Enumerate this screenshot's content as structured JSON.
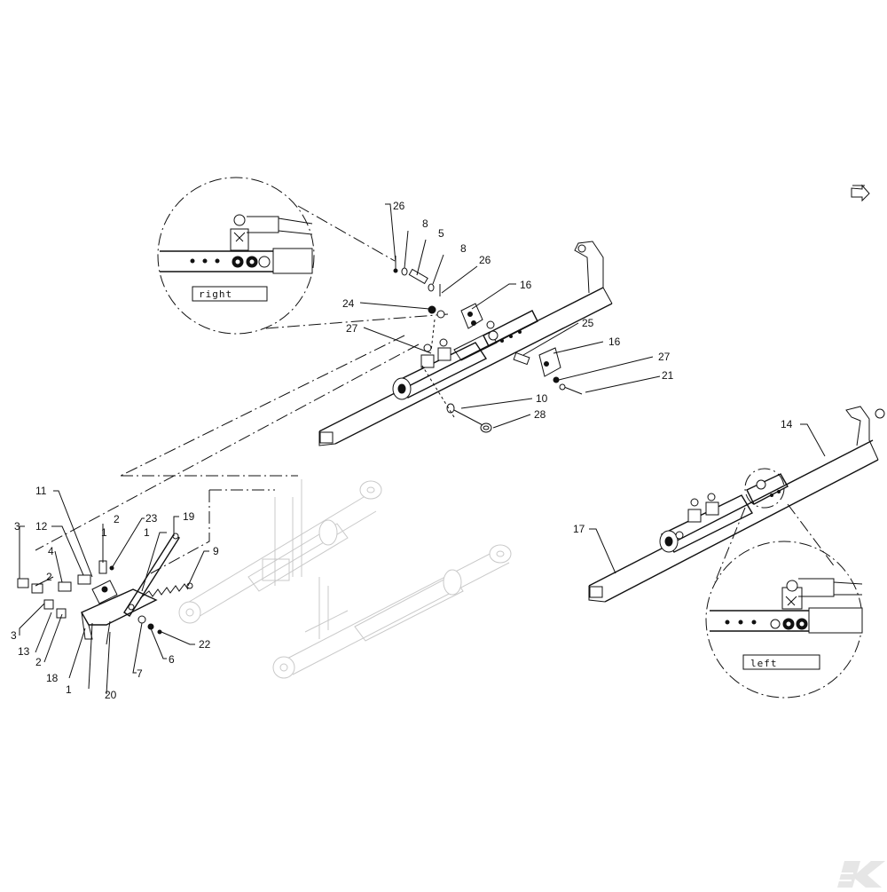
{
  "detail_labels": {
    "right": "right",
    "left": "left"
  },
  "part_numbers": [
    "1",
    "1",
    "1",
    "2",
    "2",
    "2",
    "3",
    "3",
    "4",
    "5",
    "6",
    "7",
    "8",
    "8",
    "9",
    "10",
    "11",
    "12",
    "13",
    "14",
    "16",
    "16",
    "17",
    "18",
    "19",
    "20",
    "21",
    "22",
    "23",
    "24",
    "25",
    "26",
    "26",
    "27",
    "27",
    "28"
  ],
  "icons": {
    "nav": "nav-arrow-icon",
    "watermark": "brand-k-logo-icon"
  },
  "colors": {
    "line": "#111111",
    "ghost": "#c9c9c9",
    "background": "#ffffff"
  }
}
